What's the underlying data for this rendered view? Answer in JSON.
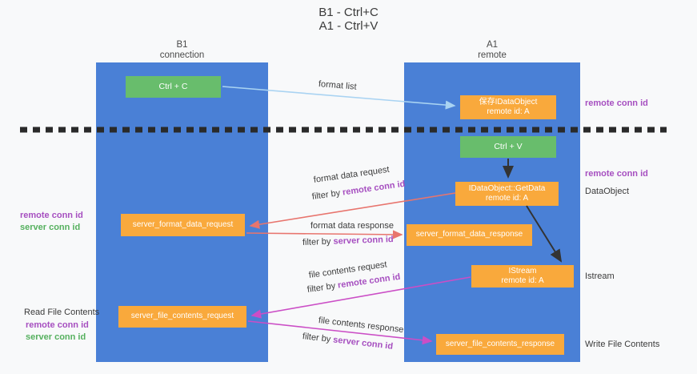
{
  "title": {
    "line1": "B1 - Ctrl+C",
    "line2": "A1 - Ctrl+V"
  },
  "lanes": {
    "left": {
      "name": "B1",
      "role": "connection"
    },
    "right": {
      "name": "A1",
      "role": "remote"
    }
  },
  "boxes": {
    "ctrl_c": {
      "label": "Ctrl + C"
    },
    "save_dataobject": {
      "line1": "保存IDataObject",
      "line2": "remote id: A"
    },
    "ctrl_v": {
      "label": "Ctrl + V"
    },
    "getdata": {
      "line1": "IDataObject::GetData",
      "line2": "remote id: A"
    },
    "format_request": {
      "label": "server_format_data_request"
    },
    "format_response": {
      "label": "server_format_data_response"
    },
    "istream": {
      "line1": "IStream",
      "line2": "remote id: A"
    },
    "file_request": {
      "label": "server_file_contents_request"
    },
    "file_response": {
      "label": "server_file_contents_response"
    }
  },
  "arrow_labels": {
    "format_list": "format list",
    "format_data_request": "format data request",
    "format_data_response": "format data response",
    "file_contents_request": "file contents request",
    "file_contents_response": "file contents response",
    "filter_by": "filter by ",
    "remote_conn_id": "remote conn id",
    "server_conn_id": "server conn id"
  },
  "side_labels": {
    "right_remote_conn_top": "remote conn id",
    "right_remote_conn_mid": "remote conn id",
    "dataobject": "DataObject",
    "istream": "Istream",
    "write_file_contents": "Write File Contents",
    "left_remote_conn_1": "remote conn id",
    "left_server_conn_1": "server conn id",
    "read_file_contents": "Read File Contents",
    "left_remote_conn_2": "remote conn id",
    "left_server_conn_2": "server conn id"
  },
  "colors": {
    "bg": "#f8f9fa",
    "lane_blue": "#4a80d6",
    "box_green": "#68bd6c",
    "box_orange": "#f9a93c",
    "accent_purple": "#a64fc0",
    "accent_green": "#55b05e",
    "arrow_lightblue": "#a9d3f2",
    "arrow_salmon": "#e8756e",
    "arrow_magenta": "#cb4ec6"
  }
}
